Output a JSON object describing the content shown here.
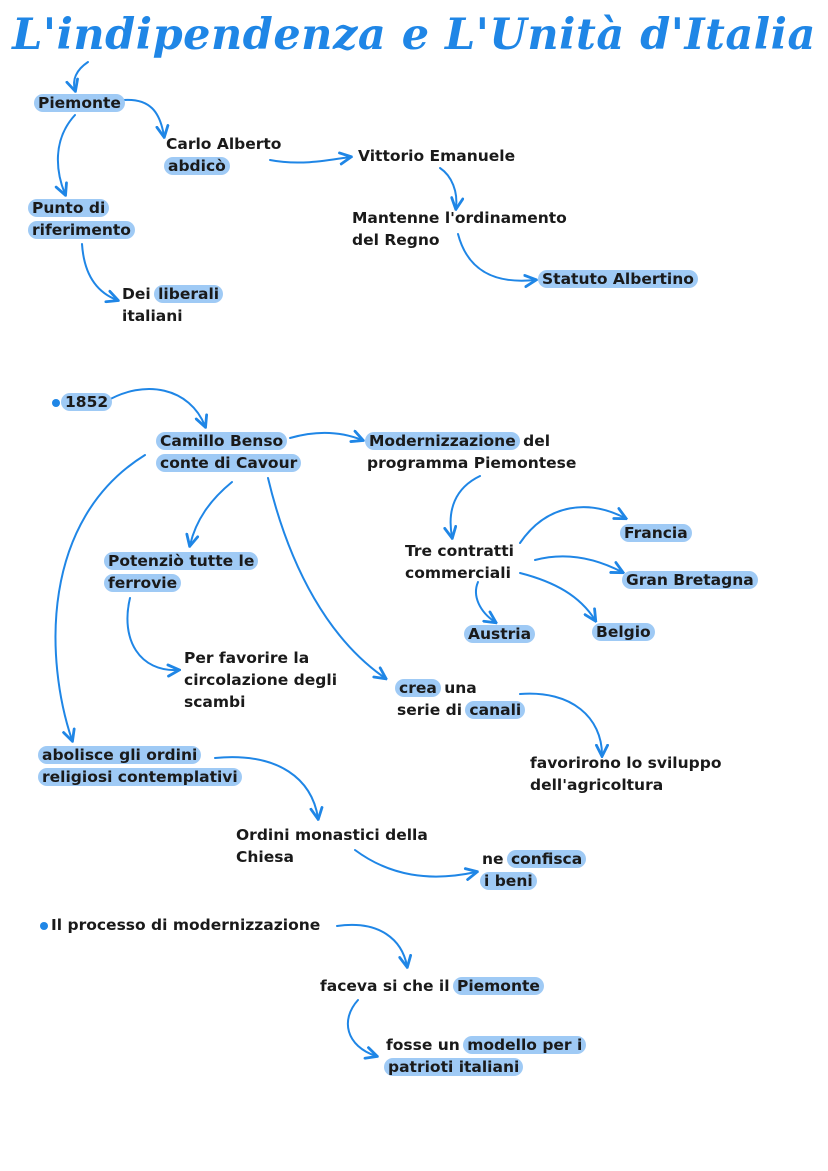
{
  "title": "L'indipendenza e L'Unità d'Italia",
  "colors": {
    "accent": "#1f86e6",
    "highlight": "#9fcaf5",
    "text": "#1a1a1a"
  },
  "nodes": {
    "piemonte": "Piemonte",
    "carlo_alberto_1": "Carlo Alberto",
    "carlo_alberto_2": "abdicò",
    "vittorio": "Vittorio Emanuele",
    "mantenne_1": "Mantenne l'ordinamento",
    "mantenne_2": "del Regno",
    "statuto": "Statuto Albertino",
    "punto_1": "Punto di",
    "punto_2": "riferimento",
    "liberali_1a": "Dei",
    "liberali_1b": "liberali",
    "liberali_2": "italiani",
    "anno": "1852",
    "camillo_1": "Camillo Benso",
    "camillo_2": "conte di Cavour",
    "modern_1a": "Modernizzazione",
    "modern_1b": "del",
    "modern_2": "programma Piemontese",
    "contratti_1": "Tre contratti",
    "contratti_2": "commerciali",
    "francia": "Francia",
    "gran_bretagna": "Gran Bretagna",
    "austria": "Austria",
    "belgio": "Belgio",
    "ferrovie_1": "Potenziò tutte le",
    "ferrovie_2": "ferrovie",
    "scambi_1": "Per favorire la",
    "scambi_2": "circolazione degli",
    "scambi_3": "scambi",
    "canali_1a": "crea",
    "canali_1b": "una",
    "canali_2a": "serie di",
    "canali_2b": "canali",
    "agricoltura_1": "favorirono lo sviluppo",
    "agricoltura_2": "dell'agricoltura",
    "ordini_1": "abolisce gli ordini",
    "ordini_2": "religiosi contemplativi",
    "monastici_1": "Ordini monastici della",
    "monastici_2": "Chiesa",
    "confisca_1a": "ne",
    "confisca_1b": "confisca",
    "confisca_2": "i beni",
    "processo": "Il processo di modernizzazione",
    "faceva_1": "faceva si che il",
    "faceva_2": "Piemonte",
    "modello_1a": "fosse un",
    "modello_1b": "modello per  i",
    "modello_2": "patrioti italiani"
  }
}
